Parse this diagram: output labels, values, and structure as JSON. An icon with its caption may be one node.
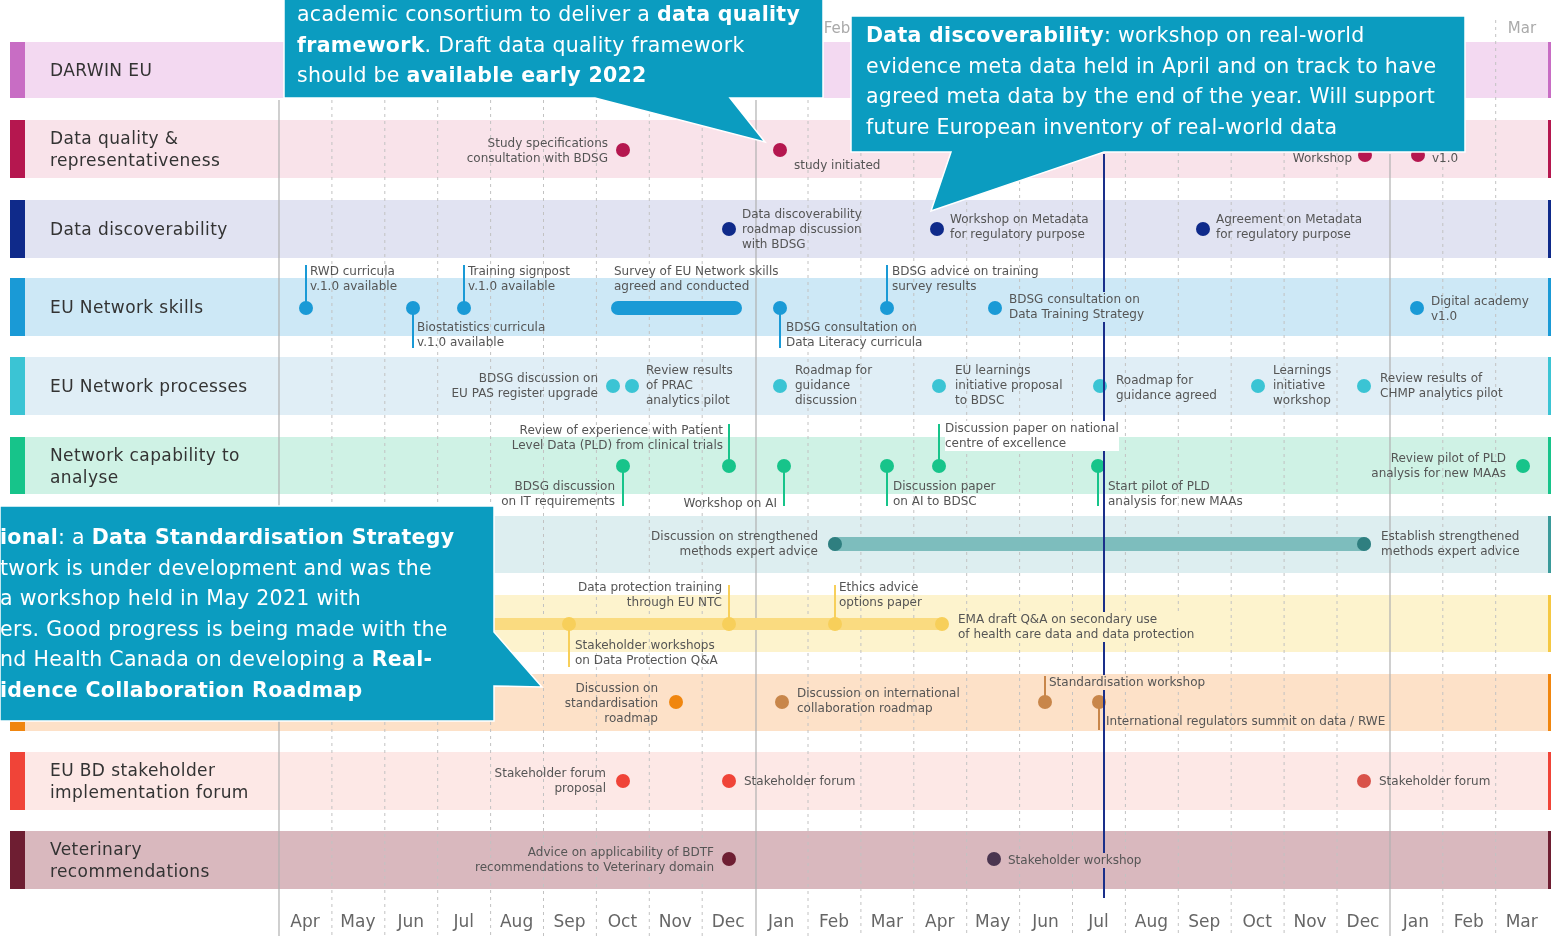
{
  "diagram": {
    "nodes": [
      {
        "text": [
          "DARWIN EU"
        ]
      },
      {
        "text": [
          "Data quality & representativeness"
        ]
      },
      {
        "text": [
          "Data discoverability"
        ]
      },
      {
        "text": [
          "EU Network skills"
        ]
      },
      {
        "text": [
          "EU Network processes"
        ]
      },
      {
        "text": [
          "Network capability to analyse"
        ]
      },
      {
        "text": [
          "EU BD stakeholder implementation forum"
        ]
      },
      {
        "text": [
          "Veterinary recommendations"
        ]
      },
      {
        "text": [
          "academic consortium to deliver a **data quality** **framework**. Draft data quality framework should be **available early 2022**"
        ]
      },
      {
        "text": [
          "**Data discoverability**: workshop on real-world evidence meta data held in April and on track to have agreed meta data by the end of the year. Will support future European inventory of real-world data"
        ]
      },
      {
        "text": [
          "**ional**: a **Data Standardisation Strategy** twork is under development and was the a workshop held in May 2021 with ers. Good progress is being made with the nd Health Canada on developing a **Real-** **idence Collaboration Roadmap**"
        ]
      }
    ],
    "labels": [
      "Feb",
      "Mar",
      "Study specifications consultation with BDSG",
      "study initiated",
      "Workshop",
      "v1.0",
      "Data discoverability roadmap discussion with BDSG",
      "Workshop on Metadata for regulatory purpose",
      "Agreement on Metadata for regulatory purpose",
      "RWD curricula v.1.0 available",
      "Training signpost v.1.0 available",
      "Survey of EU Network skills agreed and conducted",
      "BDSG advice on training survey results",
      "BDSG consultation on Data Training Strategy",
      "Digital academy v1.0",
      "Biostatistics curricula v.1.0 available",
      "BDSG consultation on Data Literacy curricula",
      "BDSG discussion on EU PAS register upgrade",
      "Review results of PRAC analytics pilot",
      "Roadmap for guidance discussion",
      "EU learnings initiative proposal to BDSC",
      "Roadmap for guidance agreed",
      "Learnings initiative workshop",
      "Review results of CHMP analytics pilot",
      "Review of experience with Patient Level Data (PLD) from clinical trials",
      "Discussion paper on national centre of excellence",
      "Review pilot of PLD analysis for new MAAs",
      "BDSG discussion on IT requirements",
      "Workshop on AI",
      "Discussion paper on AI to BDSC",
      "Start pilot of PLD analysis for new MAAs",
      "Discussion on strengthened methods expert advice",
      "Establish strengthened methods expert advice",
      "Data protection training through EU NTC",
      "Ethics advice options paper",
      "EMA draft Q&A on secondary use of health care data and data protection",
      "Stakeholder workshops on Data Protection Q&A",
      "Discussion on standardisation roadmap",
      "Discussion on international collaboration roadmap",
      "Standardisation workshop",
      "International regulators summit on data / RWE",
      "Stakeholder forum proposal",
      "Stakeholder forum",
      "Stakeholder forum",
      "Advice on applicability of BDTF recommendations to Veterinary domain",
      "Stakeholder workshop",
      "Apr",
      "May",
      "Jun",
      "Jul",
      "Aug",
      "Sep",
      "Oct",
      "Nov",
      "Dec",
      "Jan",
      "Feb",
      "Mar",
      "Apr",
      "May",
      "Jun",
      "Jul",
      "Aug",
      "Sep",
      "Oct",
      "Nov",
      "Dec",
      "Jan",
      "Feb",
      "Mar"
    ]
  }
}
